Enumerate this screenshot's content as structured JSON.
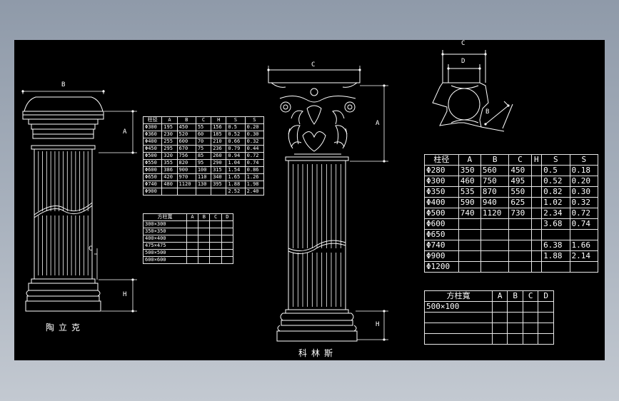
{
  "drawing": {
    "left_column_caption": "陶立克",
    "right_column_caption": "科林斯",
    "dim_labels": {
      "B": "B",
      "A": "A",
      "C": "C",
      "H": "H",
      "D": "D"
    }
  },
  "small_table": {
    "headers": [
      "柱径",
      "A",
      "B",
      "C",
      "H",
      "S",
      "S"
    ],
    "rows": [
      [
        "Φ300",
        "195",
        "450",
        "55",
        "156",
        "0.5",
        "0.20"
      ],
      [
        "Φ360",
        "230",
        "520",
        "60",
        "185",
        "0.52",
        "0.30"
      ],
      [
        "Φ400",
        "255",
        "600",
        "70",
        "210",
        "0.66",
        "0.32"
      ],
      [
        "Φ450",
        "295",
        "670",
        "75",
        "236",
        "0.79",
        "0.44"
      ],
      [
        "Φ500",
        "320",
        "756",
        "85",
        "260",
        "0.94",
        "0.72"
      ],
      [
        "Φ550",
        "355",
        "820",
        "95",
        "290",
        "1.04",
        "0.74"
      ],
      [
        "Φ600",
        "386",
        "900",
        "100",
        "315",
        "1.54",
        "0.86"
      ],
      [
        "Φ650",
        "420",
        "970",
        "110",
        "340",
        "1.65",
        "1.26"
      ],
      [
        "Φ740",
        "480",
        "1120",
        "130",
        "395",
        "1.88",
        "1.98"
      ],
      [
        "Φ900",
        "",
        "",
        "",
        "",
        "2.52",
        "2.40"
      ]
    ]
  },
  "small_square_table": {
    "headers": [
      "方柱寬",
      "A",
      "B",
      "C",
      "D"
    ],
    "rows": [
      "300×300",
      "350×350",
      "400×400",
      "475×475",
      "500×500",
      "600×600"
    ]
  },
  "big_table": {
    "headers": [
      "柱径",
      "A",
      "B",
      "C",
      "H",
      "S",
      "S"
    ],
    "rows": [
      [
        "Φ280",
        "350",
        "560",
        "450",
        "",
        "0.5",
        "0.18"
      ],
      [
        "Φ300",
        "460",
        "750",
        "495",
        "",
        "0.52",
        "0.20"
      ],
      [
        "Φ350",
        "535",
        "870",
        "550",
        "",
        "0.82",
        "0.30"
      ],
      [
        "Φ400",
        "590",
        "940",
        "625",
        "",
        "1.02",
        "0.32"
      ],
      [
        "Φ500",
        "740",
        "1120",
        "730",
        "",
        "2.34",
        "0.72"
      ],
      [
        "Φ600",
        "",
        "",
        "",
        "",
        "3.68",
        "0.74"
      ],
      [
        "Φ650",
        "",
        "",
        "",
        "",
        "",
        ""
      ],
      [
        "Φ740",
        "",
        "",
        "",
        "",
        "6.38",
        "1.66"
      ],
      [
        "Φ900",
        "",
        "",
        "",
        "",
        "1.88",
        "2.14"
      ],
      [
        "Φ1200",
        "",
        "",
        "",
        "",
        "",
        ""
      ]
    ]
  },
  "big_square_table": {
    "headers": [
      "方柱寬",
      "A",
      "B",
      "C",
      "D"
    ],
    "rows": [
      "500×100",
      "",
      "",
      ""
    ]
  }
}
